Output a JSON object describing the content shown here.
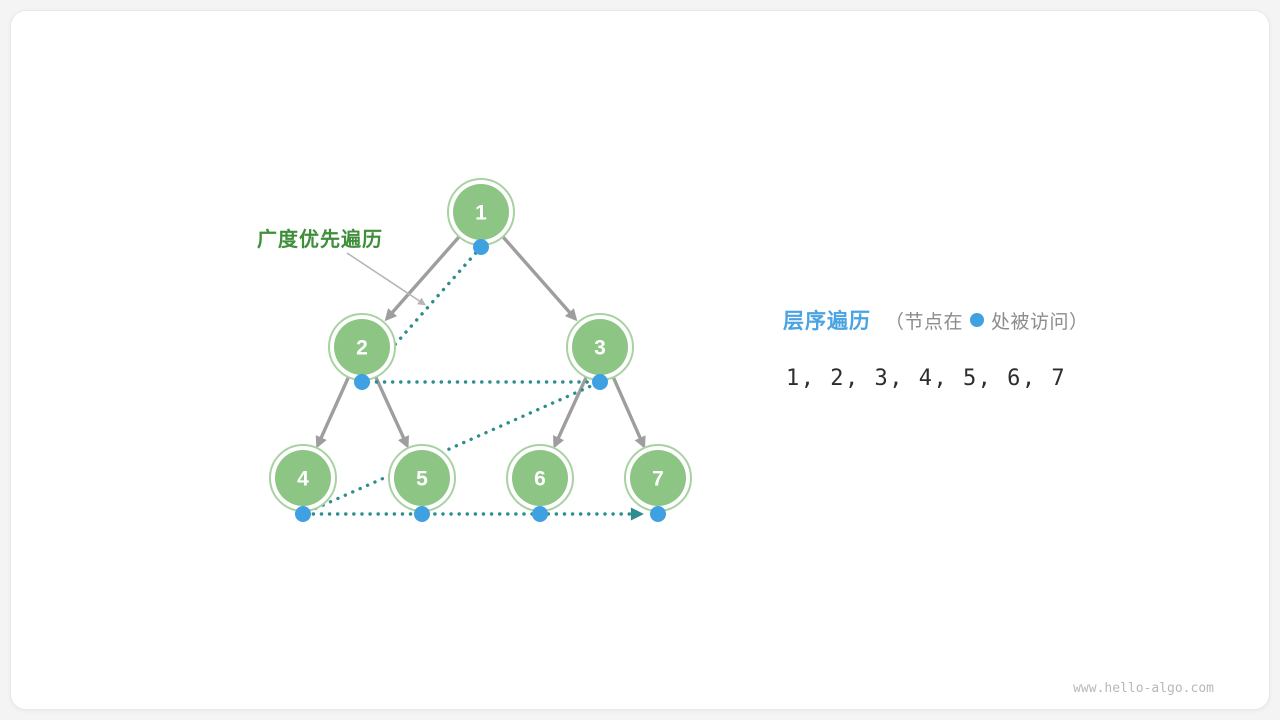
{
  "tree": {
    "bfs_label": "广度优先遍历",
    "nodes": [
      {
        "value": "1"
      },
      {
        "value": "2"
      },
      {
        "value": "3"
      },
      {
        "value": "4"
      },
      {
        "value": "5"
      },
      {
        "value": "6"
      },
      {
        "value": "7"
      }
    ]
  },
  "legend": {
    "title": "层序遍历",
    "note_open": "（节点在",
    "note_close": "处被访问）",
    "sequence": "1,  2,  3,  4,  5,  6,  7"
  },
  "footer": {
    "site": "www.hello-algo.com"
  },
  "colors": {
    "node_fill": "#8cc584",
    "node_ring": "#a9d2a3",
    "visit_dot": "#3fa0e2",
    "bfs_path": "#2e8d8d",
    "tree_edge": "#9e9e9e",
    "bfs_label_text": "#3f8e3a",
    "legend_title_text": "#4aa3e2"
  }
}
